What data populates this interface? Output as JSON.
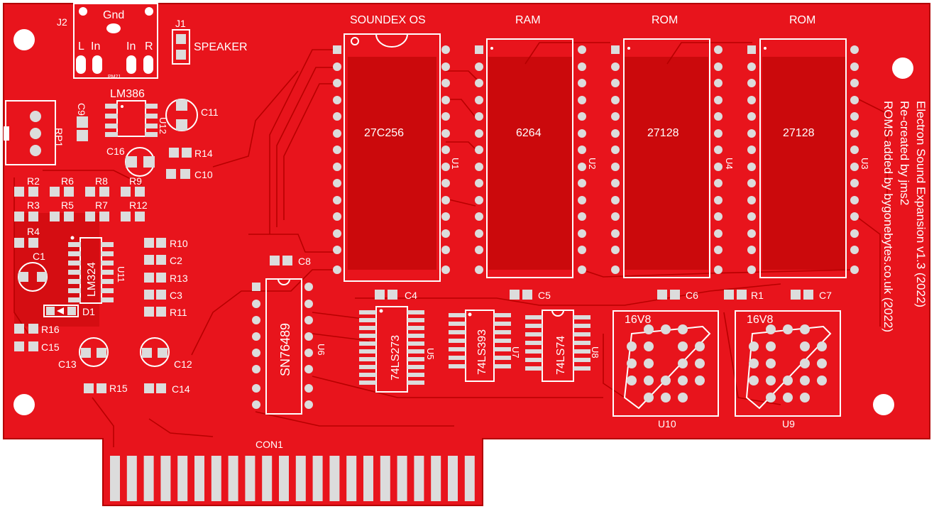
{
  "board": {
    "title_lines": [
      "Electron Sound Expansion v1.3 (2022)",
      "Re-created by jms2",
      "ROMS added by bygonebytes.co.uk (2022)"
    ],
    "colors": {
      "board": "#e8141c",
      "dark": "#a80000",
      "silk": "#ffffff",
      "pad": "#dcdcdc"
    }
  },
  "labels": {
    "j2": "J2",
    "gnd": "Gnd",
    "l": "L",
    "in1": "In",
    "in2": "In",
    "r": "R",
    "pm21": "PM21",
    "j1": "J1",
    "speaker": "SPEAKER",
    "lm386": "LM386",
    "c9": "C9",
    "rp1": "RP1",
    "u12": "U12",
    "c11": "C11",
    "c16": "C16",
    "r14": "R14",
    "c10": "C10",
    "r2": "R2",
    "r6": "R6",
    "r8": "R8",
    "r9": "R9",
    "r3": "R3",
    "r5": "R5",
    "r7": "R7",
    "r12": "R12",
    "r4": "R4",
    "c1": "C1",
    "lm324": "LM324",
    "u11": "U11",
    "r10": "R10",
    "c2": "C2",
    "r13": "R13",
    "c3": "C3",
    "r11": "R11",
    "d1": "D1",
    "r16": "R16",
    "c15": "C15",
    "c13": "C13",
    "c12": "C12",
    "r15": "R15",
    "c14": "C14",
    "c8": "C8",
    "sn76489": "SN76489",
    "u6": "U6",
    "c4": "C4",
    "ls273": "74LS273",
    "u5": "U5",
    "c5": "C5",
    "ls393": "74LS393",
    "u7": "U7",
    "ls74": "74LS74",
    "u8": "U8",
    "c6": "C6",
    "r1": "R1",
    "c7": "C7",
    "v8a": "16V8",
    "v8b": "16V8",
    "u10": "U10",
    "u9": "U9",
    "con1": "CON1",
    "u1": "U1",
    "u2": "U2",
    "u4": "U4",
    "u3": "U3"
  },
  "chips": [
    {
      "header": "SOUNDEX OS",
      "part": "27C256"
    },
    {
      "header": "RAM",
      "part": "6264"
    },
    {
      "header": "ROM",
      "part": "27128"
    },
    {
      "header": "ROM",
      "part": "27128"
    }
  ]
}
